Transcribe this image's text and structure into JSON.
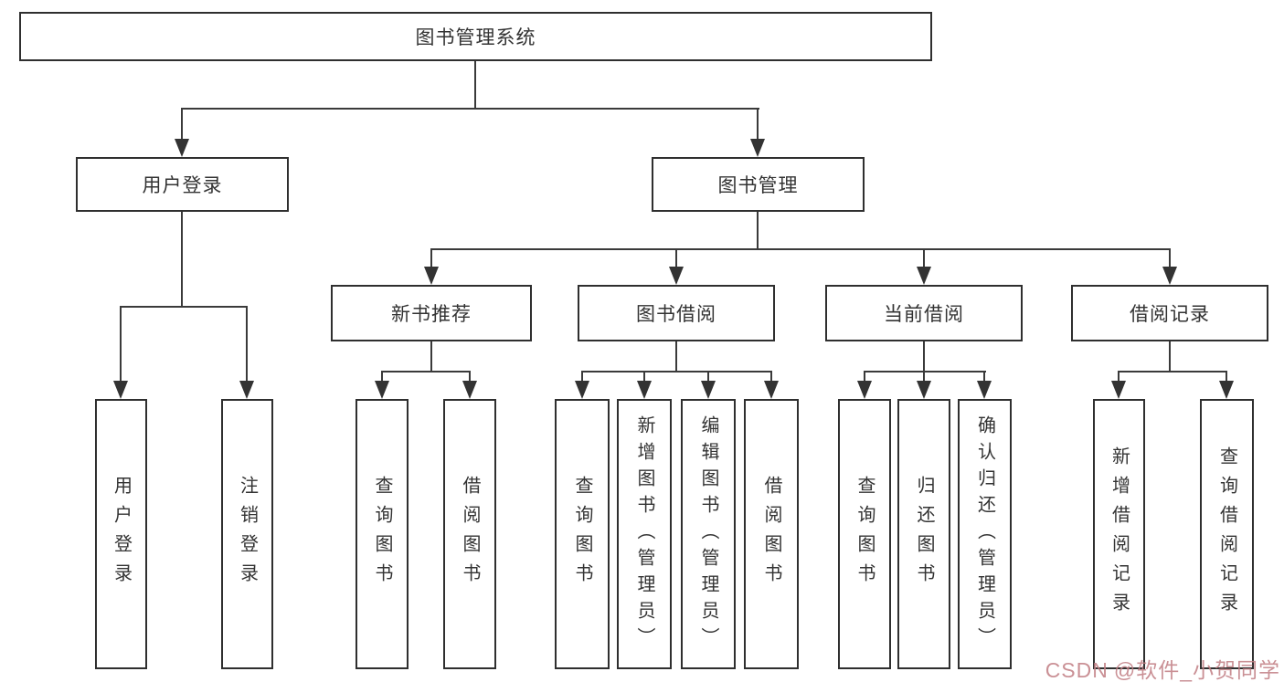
{
  "diagram": {
    "root": {
      "label": "图书管理系统"
    },
    "user_login": {
      "label": "用户登录",
      "children": [
        {
          "label": "用户登录"
        },
        {
          "label": "注销登录"
        }
      ]
    },
    "book_management": {
      "label": "图书管理",
      "sections": [
        {
          "label": "新书推荐",
          "children": [
            {
              "label": "查询图书"
            },
            {
              "label": "借阅图书"
            }
          ]
        },
        {
          "label": "图书借阅",
          "children": [
            {
              "label": "查询图书"
            },
            {
              "label": "新增图书（管理员）"
            },
            {
              "label": "编辑图书（管理员）"
            },
            {
              "label": "借阅图书"
            }
          ]
        },
        {
          "label": "当前借阅",
          "children": [
            {
              "label": "查询图书"
            },
            {
              "label": "归还图书"
            },
            {
              "label": "确认归还（管理员）"
            }
          ]
        },
        {
          "label": "借阅记录",
          "children": [
            {
              "label": "新增借阅记录"
            },
            {
              "label": "查询借阅记录"
            }
          ]
        }
      ]
    }
  },
  "watermark": {
    "site": "CSDN",
    "author": "@软件_小贺同学"
  },
  "colors": {
    "line": "#3a3a3a",
    "box_border": "#2f2f2f",
    "text": "#333333",
    "background": "#ffffff",
    "watermark": "#c17c82"
  }
}
